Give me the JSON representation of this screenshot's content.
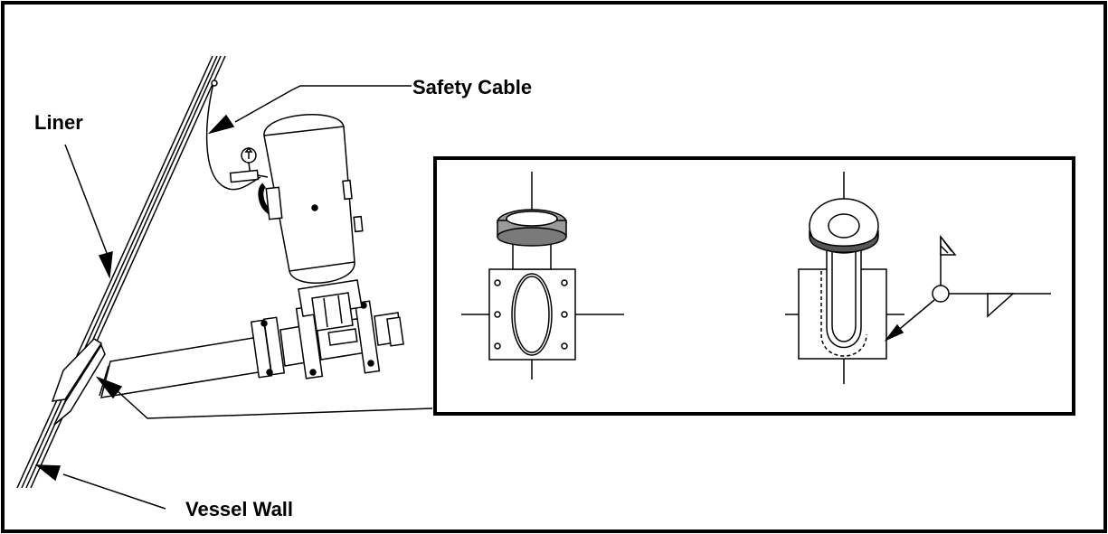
{
  "diagram": {
    "labels": {
      "safety_cable": "Safety Cable",
      "liner": "Liner",
      "vessel_wall": "Vessel Wall"
    },
    "colors": {
      "line": "#000000",
      "background": "#ffffff",
      "flange_fill": "#7a7a7a"
    }
  }
}
